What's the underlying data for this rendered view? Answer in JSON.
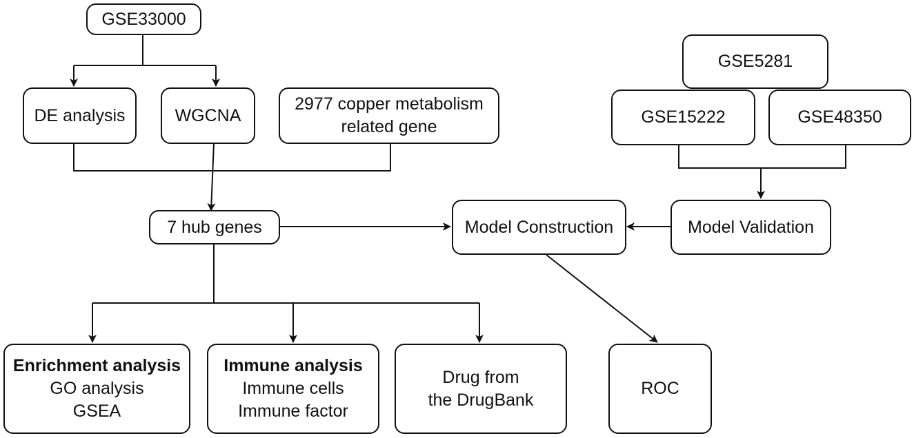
{
  "nodes": {
    "gse33000": {
      "lines": [
        "GSE33000"
      ]
    },
    "de_analysis": {
      "lines": [
        "DE analysis"
      ]
    },
    "wgcna": {
      "lines": [
        "WGCNA"
      ]
    },
    "copper_genes": {
      "lines": [
        "2977 copper metabolism",
        "related gene"
      ]
    },
    "hub_genes": {
      "lines": [
        "7 hub genes"
      ]
    },
    "model_construction": {
      "lines": [
        "Model Construction"
      ]
    },
    "model_validation": {
      "lines": [
        "Model Validation"
      ]
    },
    "gse5281": {
      "lines": [
        "GSE5281"
      ]
    },
    "gse15222": {
      "lines": [
        "GSE15222"
      ]
    },
    "gse48350": {
      "lines": [
        "GSE48350"
      ]
    },
    "enrichment": {
      "title": "Enrichment analysis",
      "lines": [
        "GO analysis",
        "GSEA"
      ]
    },
    "immune": {
      "title": "Immune analysis",
      "lines": [
        "Immune cells",
        "Immune factor"
      ]
    },
    "drug": {
      "lines": [
        "Drug from",
        "the DrugBank"
      ]
    },
    "roc": {
      "lines": [
        "ROC"
      ]
    }
  },
  "colors": {
    "stroke": "#111111",
    "background": "#ffffff"
  }
}
